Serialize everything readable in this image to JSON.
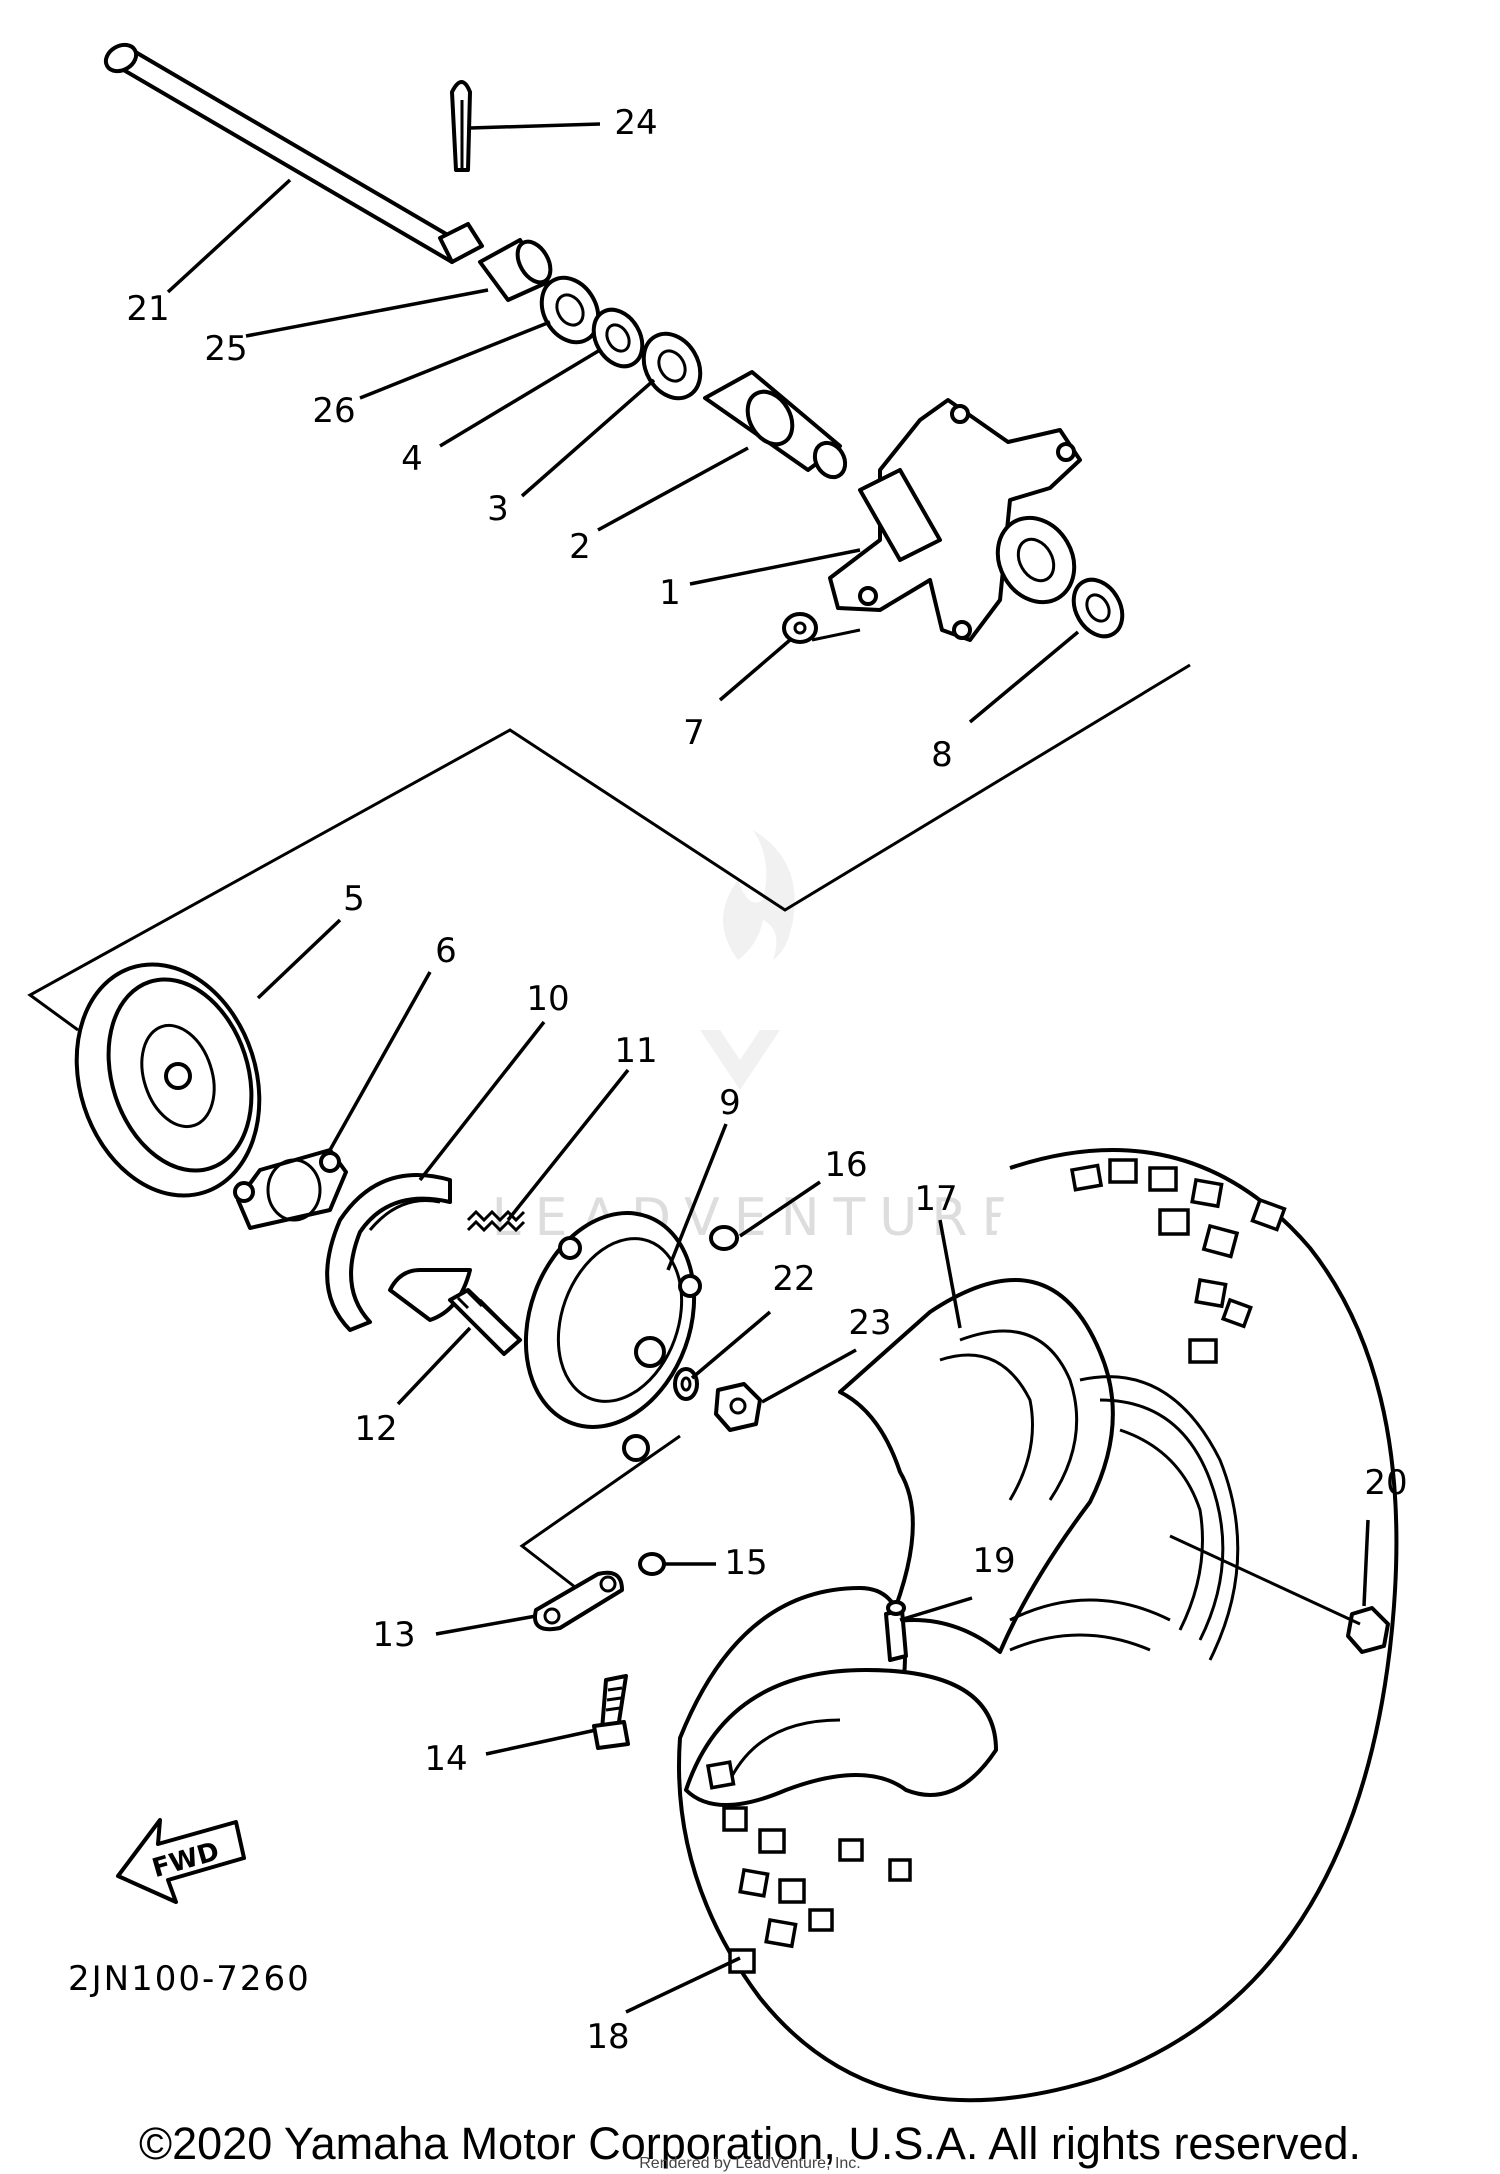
{
  "diagram": {
    "code": "2JN100-7260",
    "fwd_label": "FWD",
    "watermark": "LEADVENTURE",
    "callouts": [
      "1",
      "2",
      "3",
      "4",
      "5",
      "6",
      "7",
      "8",
      "9",
      "10",
      "11",
      "12",
      "13",
      "14",
      "15",
      "16",
      "17",
      "18",
      "19",
      "20",
      "21",
      "22",
      "23",
      "24",
      "25",
      "26"
    ]
  },
  "footer": {
    "copyright": "©2020 Yamaha Motor Corporation, U.S.A. All rights reserved.",
    "rendered_by": "Rendered by LeadVenture, Inc."
  },
  "colors": {
    "line": "#000000",
    "background": "#ffffff",
    "watermark": "#d8d8d8"
  }
}
